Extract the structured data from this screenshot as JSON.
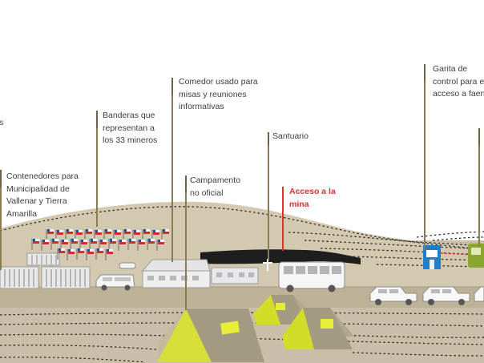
{
  "labels": {
    "contenedores": "Contenedores para\nMunicipalidad de\nVallenar y Tierra\nAmarilla",
    "banderas": "Banderas que\nrepresentan a\nlos 33 mineros",
    "comedor": "Comedor usado para\nmisas y reuniones\ninformativas",
    "campamento": "Campamento\nno oficial",
    "santuario": "Santuario",
    "acceso": "Acceso a la\nmina",
    "garita": "Garita de\ncontrol para el\nacceso a faena",
    "left_fragment": "s"
  },
  "colors": {
    "ground": "#c9bfa8",
    "hill": "#d3c9b1",
    "road": "#bdb197",
    "tent": "#d4dc2a",
    "tent_shadow": "#a9a08a",
    "pole": "#8a7d52",
    "accent_red": "#e03030",
    "booth_blue": "#1f7fc8",
    "truck_green": "#8aa630",
    "text": "#3d3d3d"
  },
  "flags": {
    "count": 33,
    "colors": [
      "#d42b2b",
      "#1f4fa0",
      "#ffffff"
    ]
  }
}
